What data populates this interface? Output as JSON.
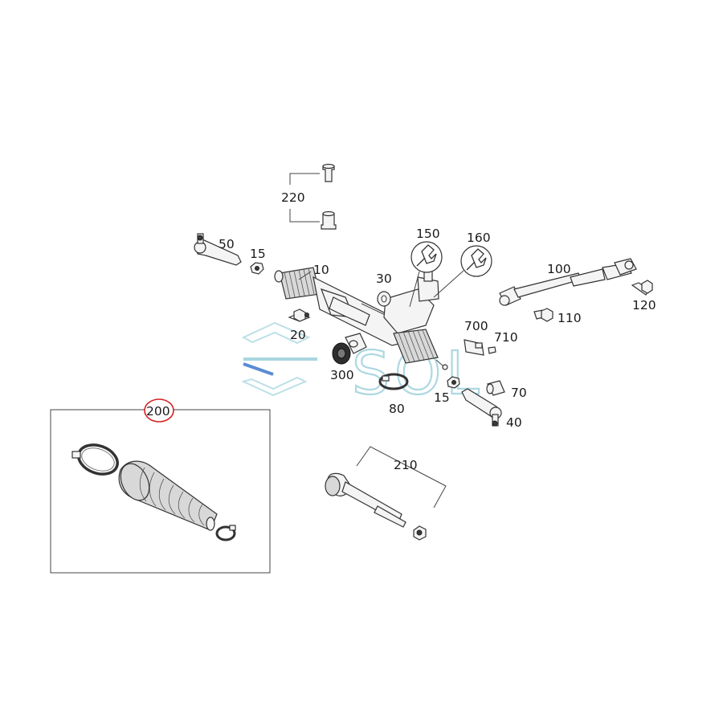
{
  "callouts": {
    "c220": "220",
    "c50": "50",
    "c15a": "15",
    "c10": "10",
    "c30": "30",
    "c150": "150",
    "c160": "160",
    "c100": "100",
    "c120": "120",
    "c110": "110",
    "c20": "20",
    "c700": "700",
    "c710": "710",
    "c300": "300",
    "c15b": "15",
    "c70": "70",
    "c80": "80",
    "c40": "40",
    "c200": "200",
    "c210": "210"
  },
  "watermark": {
    "text": "SOL",
    "colors": {
      "primary": "#9fd2dc",
      "accent": "#4a7fd0"
    }
  },
  "highlight": {
    "color": "#d62020",
    "part": "200"
  }
}
